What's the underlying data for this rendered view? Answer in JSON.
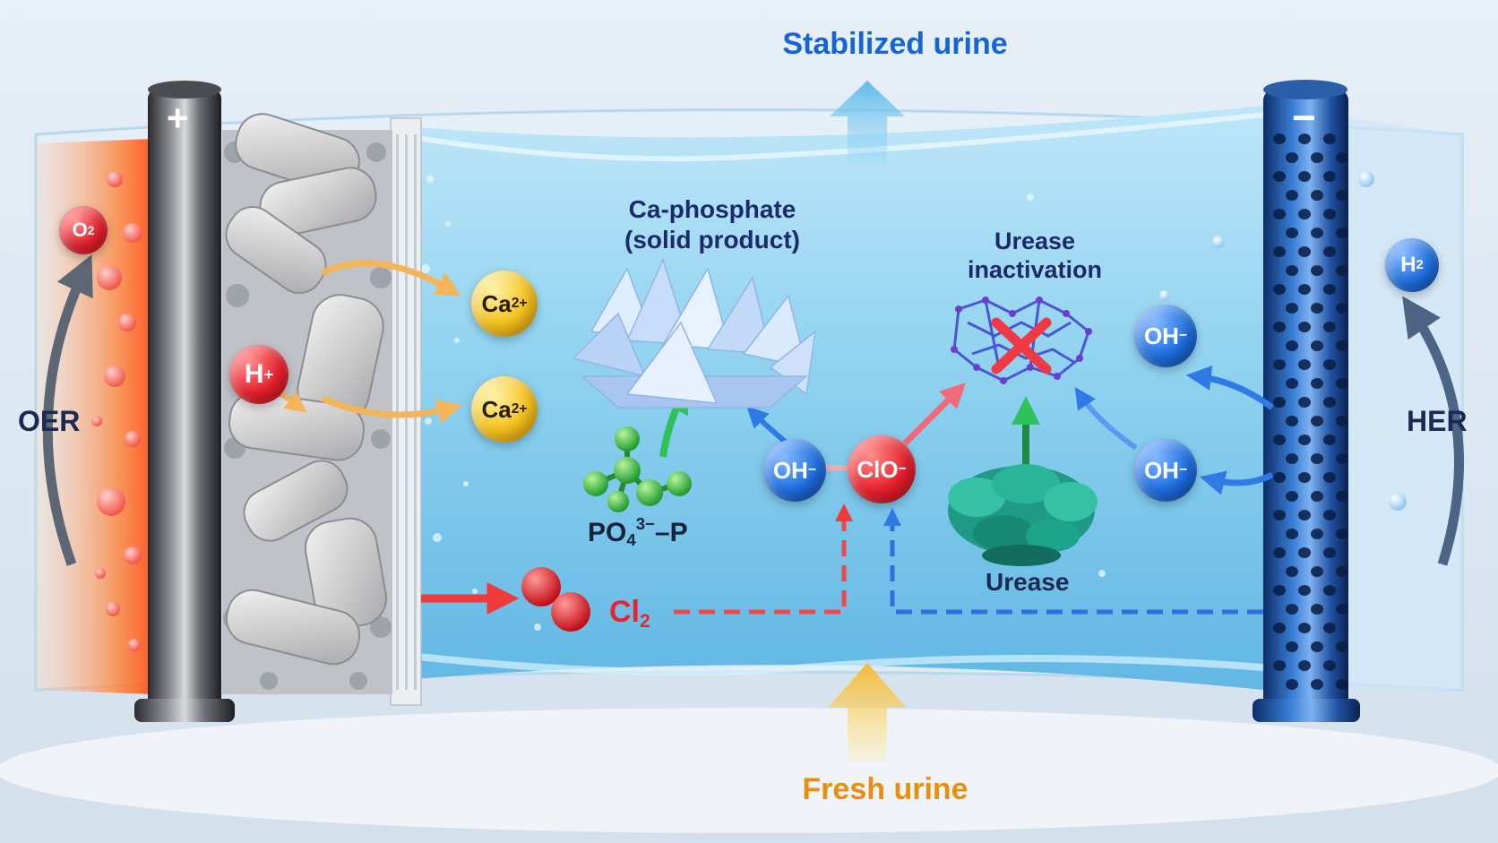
{
  "labels": {
    "stabilized_urine": "Stabilized urine",
    "fresh_urine": "Fresh urine",
    "oer": "OER",
    "her": "HER",
    "anode_sign": "+",
    "cathode_sign": "−",
    "ca_phosphate_line1": "Ca-phosphate",
    "ca_phosphate_line2": "(solid product)",
    "urease_inactivation_line1": "Urease",
    "urease_inactivation_line2": "inactivation",
    "urease": "Urease"
  },
  "species": {
    "o2": {
      "base": "O",
      "sub": "2"
    },
    "h_plus": {
      "base": "H",
      "sup": "+"
    },
    "ca1": {
      "base": "Ca",
      "sup": "2+"
    },
    "ca2": {
      "base": "Ca",
      "sup": "2+"
    },
    "oh_mid": {
      "base": "OH",
      "sup": "−"
    },
    "clo": {
      "base": "ClO",
      "sup": "−"
    },
    "oh_upper": {
      "base": "OH",
      "sup": "−"
    },
    "oh_lower": {
      "base": "OH",
      "sup": "−"
    },
    "h2": {
      "base": "H",
      "sub": "2"
    },
    "cl2": {
      "base": "Cl",
      "sub": "2"
    },
    "po4": {
      "base": "PO",
      "sub": "4",
      "sup": "3−",
      "suffix": "–P"
    }
  },
  "colors": {
    "blue_text": "#1565d8",
    "orange_text": "#e8900e",
    "navy_text": "#1b2a55",
    "red_arrow": "#ef3b3b",
    "blue_arrow": "#2f7ae5",
    "green_arrow": "#2fc25a",
    "anode_glow": "#ff6a1f",
    "electrolyte": "#7cc8ec"
  },
  "icons": [
    "anode-rod-icon",
    "cathode-perforated-rod-icon",
    "crystal-cluster-icon",
    "phosphate-molecule-icon",
    "enzyme-network-icon",
    "red-x-icon",
    "urease-protein-icon",
    "chlorine-molecule-icon"
  ]
}
